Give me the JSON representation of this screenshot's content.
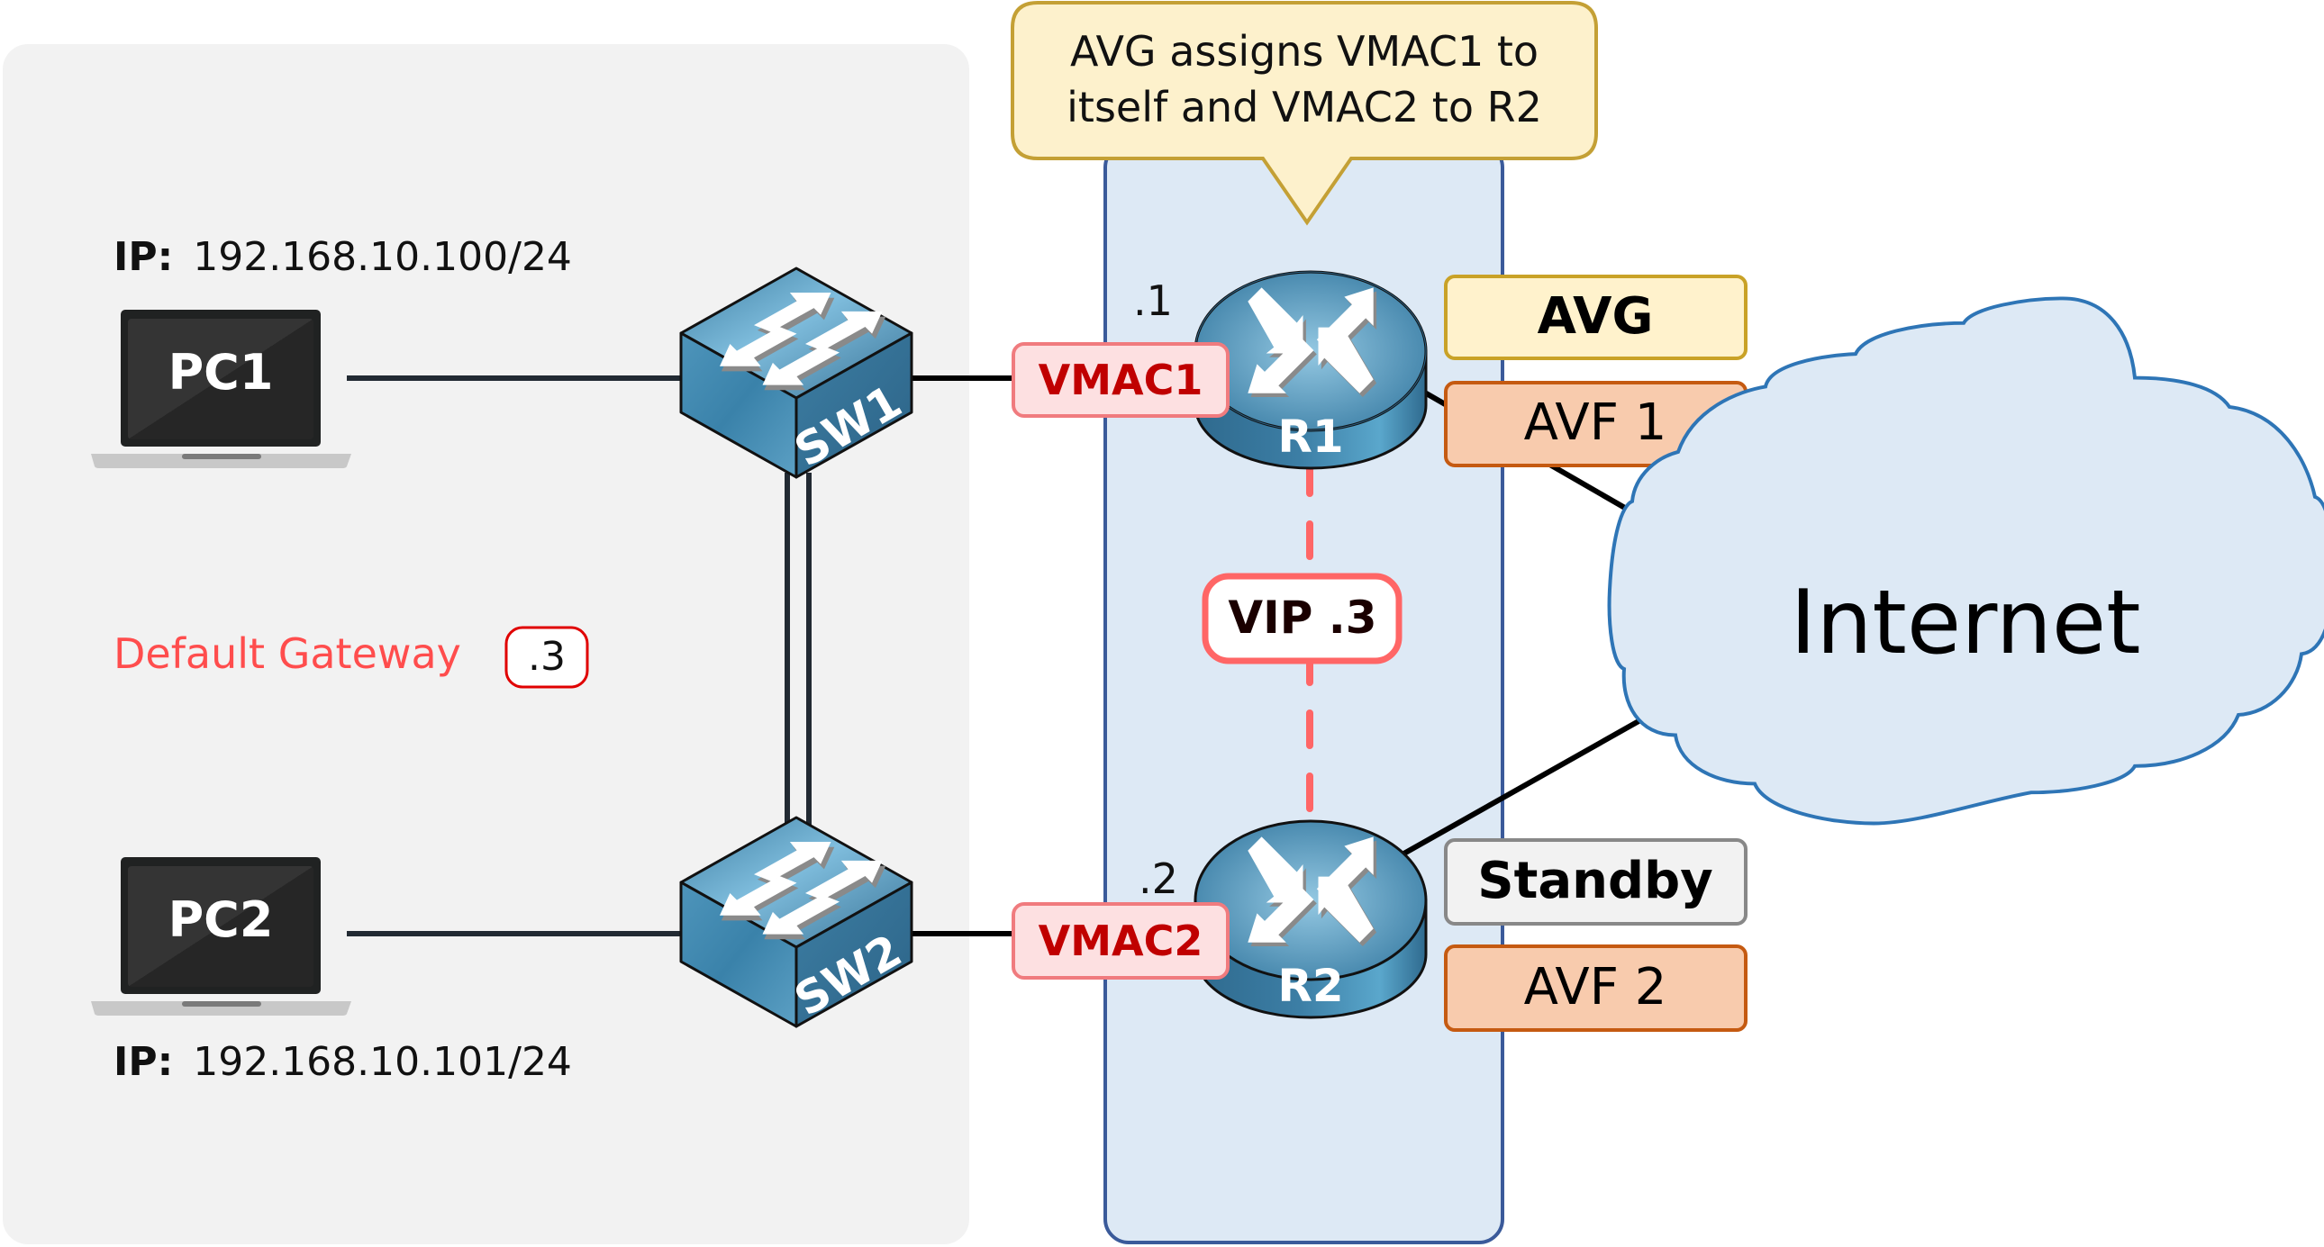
{
  "callout": {
    "line1": "AVG assigns VMAC1 to",
    "line2": "itself and VMAC2 to R2"
  },
  "pc1": {
    "name": "PC1",
    "ip_label": "IP:",
    "ip_value": "192.168.10.100/24"
  },
  "pc2": {
    "name": "PC2",
    "ip_label": "IP:",
    "ip_value": "192.168.10.101/24"
  },
  "default_gateway": {
    "label": "Default Gateway",
    "value": ".3"
  },
  "sw1": {
    "name": "SW1"
  },
  "sw2": {
    "name": "SW2"
  },
  "r1": {
    "name": "R1",
    "address": ".1",
    "vmac": "VMAC1",
    "role": "AVG",
    "forwarder": "AVF 1"
  },
  "r2": {
    "name": "R2",
    "address": ".2",
    "vmac": "VMAC2",
    "role": "Standby",
    "forwarder": "AVF 2"
  },
  "vip": {
    "label": "VIP .3"
  },
  "cloud": {
    "label": "Internet"
  },
  "colors": {
    "lan_panel": "#f2f2f2",
    "group_panel_fill": "#dde9f5",
    "group_panel_border": "#3a5a9a",
    "callout_fill": "#fdf1cc",
    "callout_border": "#c4a035",
    "vmac_fill": "#fde0e1",
    "vmac_border": "#f07b7e",
    "vmac_text": "#c00000",
    "vip_border": "#ff6666",
    "avg_fill": "#fff2cc",
    "avg_border": "#c9a227",
    "avf_fill": "#f8cbad",
    "avf_border": "#c55a11",
    "standby_fill": "#f2f2f2",
    "standby_border": "#888888",
    "gateway_text": "#ff4d4d",
    "cloud_fill": "#dde9f5",
    "cloud_border": "#2e75b6",
    "device_blue": "#3f88ad"
  }
}
